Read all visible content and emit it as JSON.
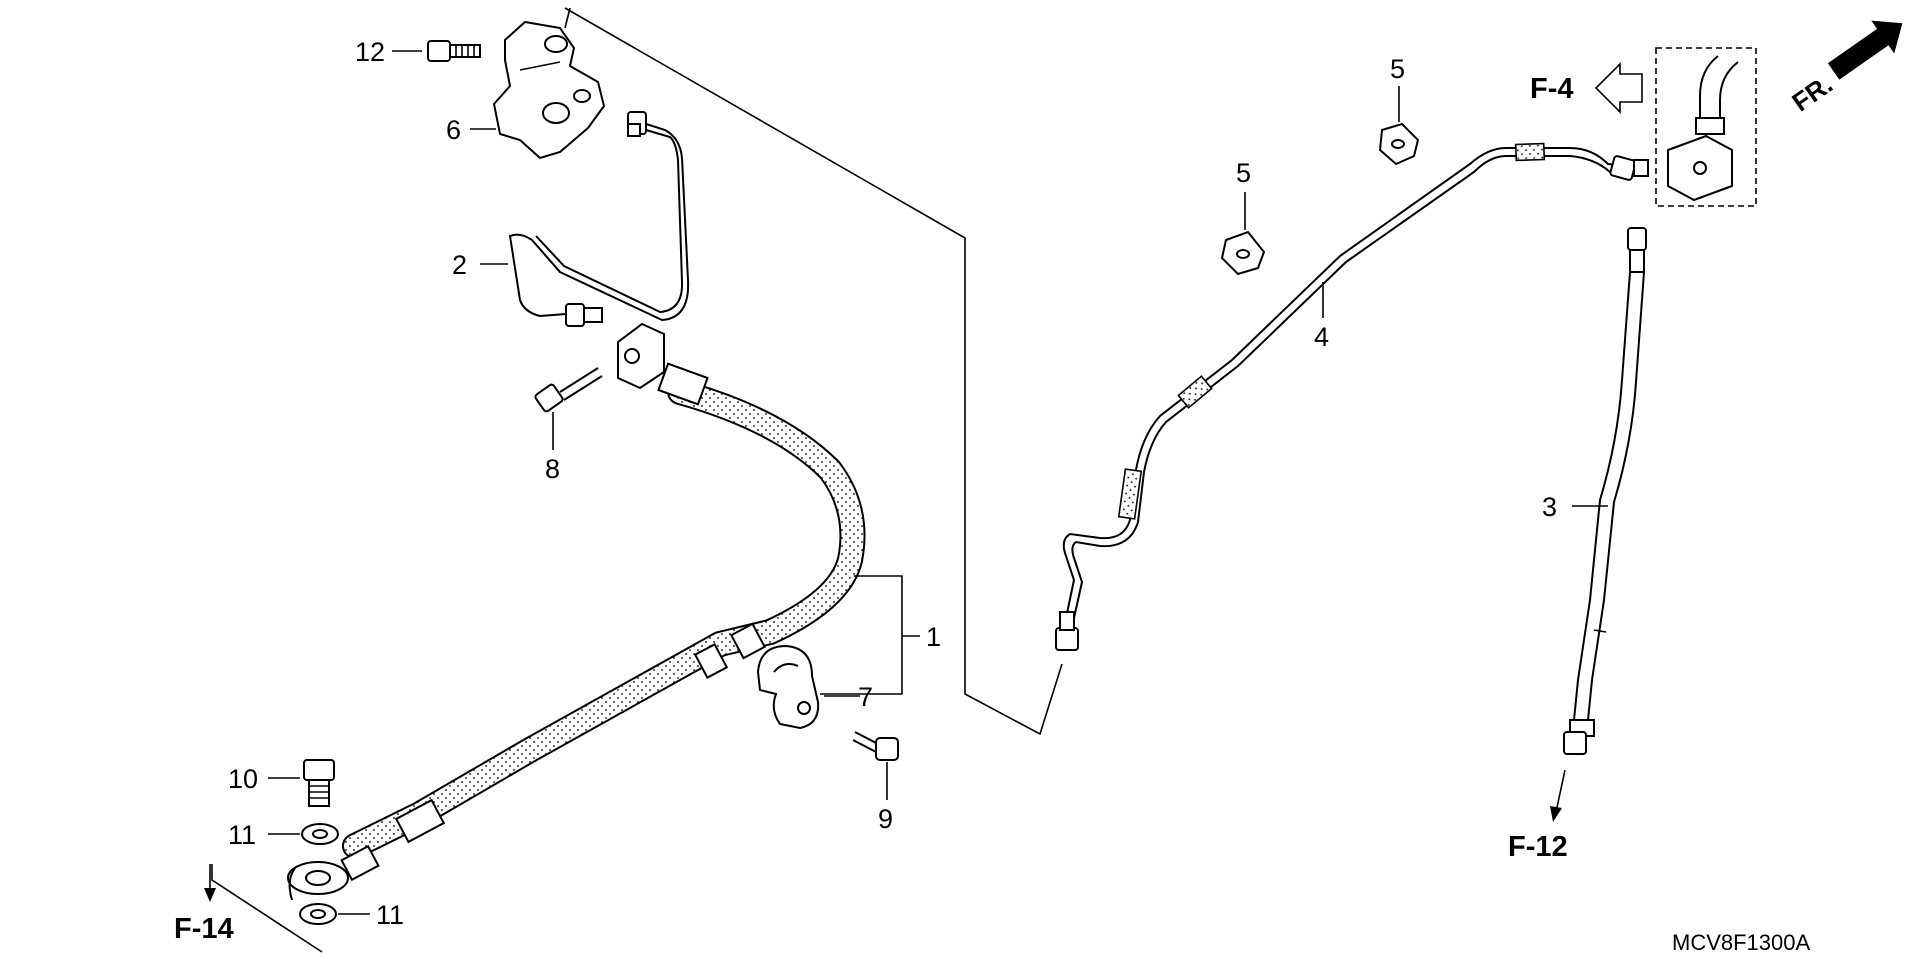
{
  "diagram": {
    "code": "MCV8F1300A",
    "front_marker": "FR.",
    "refs": {
      "f4": "F-4",
      "f12": "F-12",
      "f14": "F-14"
    },
    "callouts": {
      "c1": "1",
      "c2": "2",
      "c3": "3",
      "c4": "4",
      "c5a": "5",
      "c5b": "5",
      "c6": "6",
      "c7": "7",
      "c8": "8",
      "c9": "9",
      "c10": "10",
      "c11a": "11",
      "c11b": "11",
      "c12": "12"
    }
  }
}
